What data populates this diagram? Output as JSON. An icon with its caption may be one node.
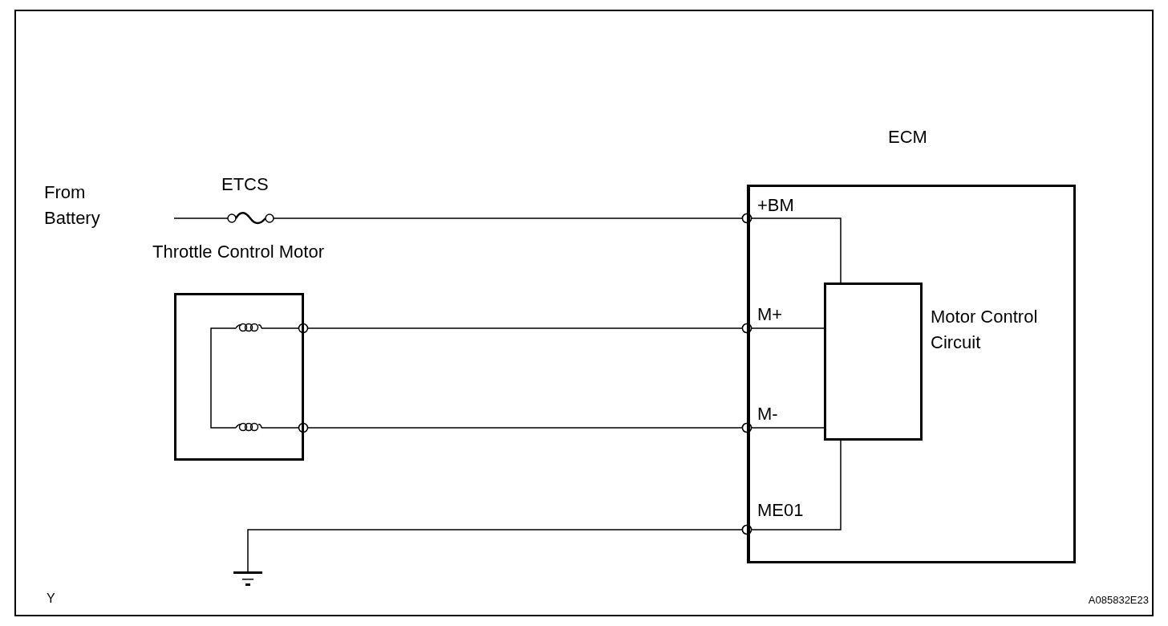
{
  "diagram": {
    "nodes": [
      {
        "text": [
          "Throttle Control Motor"
        ]
      },
      {
        "text": [
          "ECM"
        ]
      },
      {
        "text": [
          "Motor Control Circuit"
        ],
        "in": 1
      },
      {
        "text": [],
        "shape": "ground"
      }
    ],
    "edges": [
      {
        "from": null,
        "to": 1,
        "arrow": "other"
      },
      {
        "from": 0,
        "to": 1,
        "arrow": "other"
      },
      {
        "from": 0,
        "to": 1,
        "arrow": "other"
      },
      {
        "from": 3,
        "to": 1,
        "arrow": "other"
      },
      {
        "from": 2,
        "to": 1,
        "arrow": "other"
      },
      {
        "from": 2,
        "to": 1,
        "arrow": "other"
      },
      {
        "from": 2,
        "to": 1,
        "arrow": "other"
      },
      {
        "from": 2,
        "to": 1,
        "arrow": "other"
      }
    ],
    "labels": [
      "From Battery",
      "ETCS",
      "+BM",
      "M+",
      "M-",
      "ME01",
      "Y",
      "A085832E23"
    ]
  }
}
